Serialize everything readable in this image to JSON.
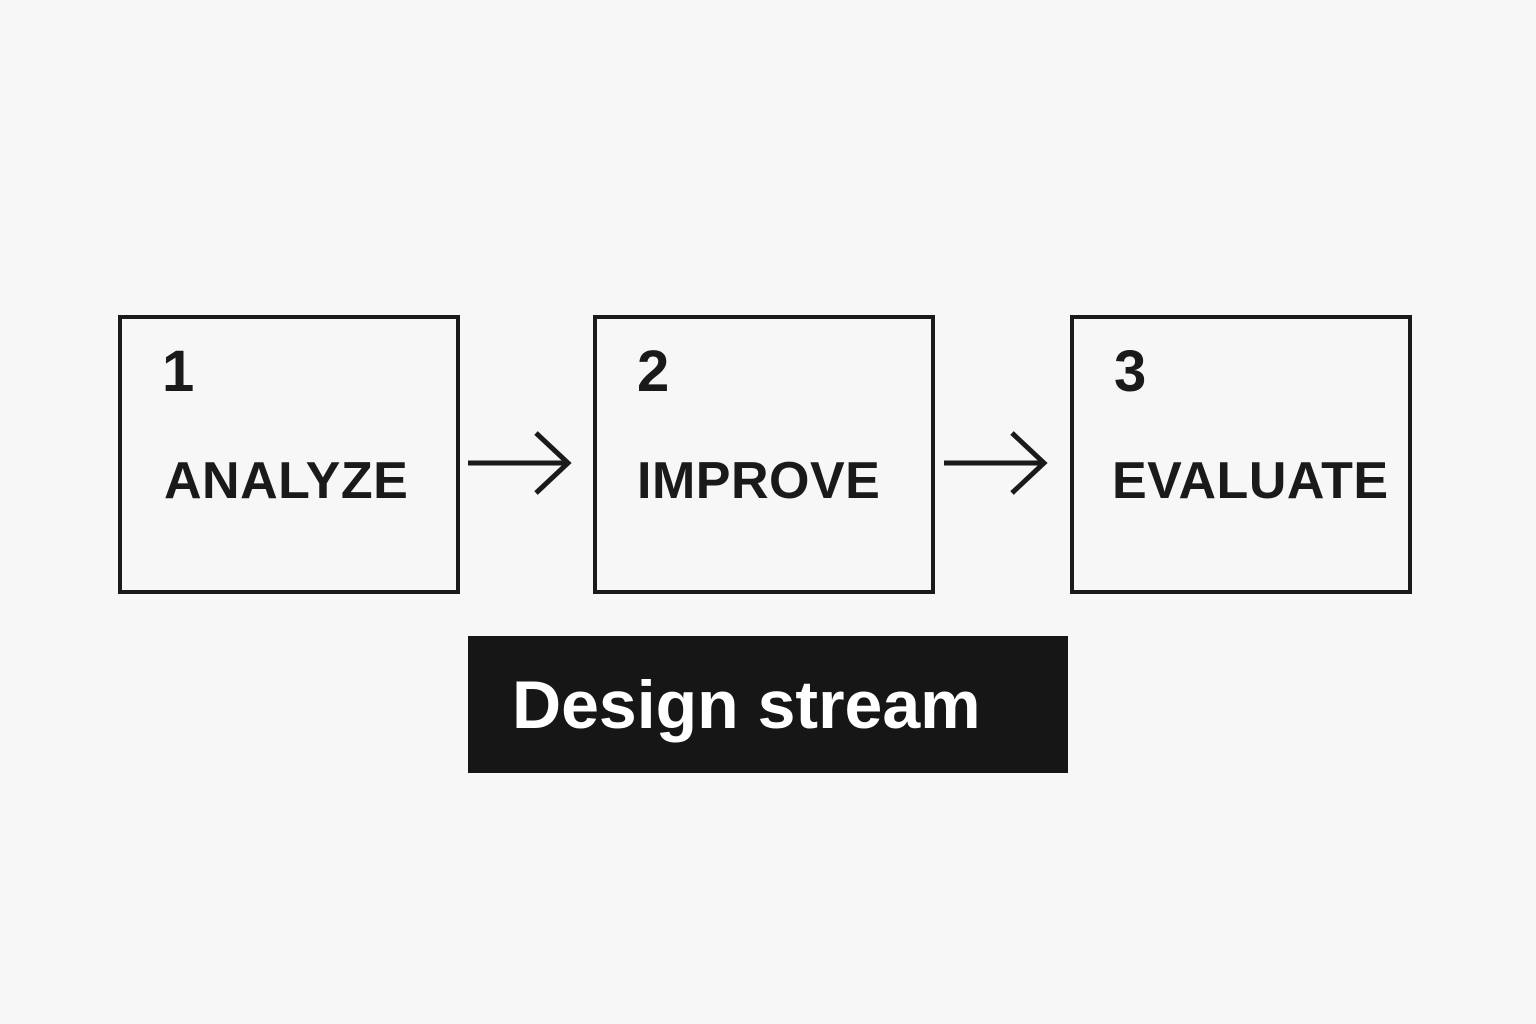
{
  "steps": [
    {
      "number": "1",
      "label": "ANALYZE"
    },
    {
      "number": "2",
      "label": "IMPROVE"
    },
    {
      "number": "3",
      "label": "EVALUATE"
    }
  ],
  "banner": {
    "text": "Design stream"
  },
  "icons": {
    "connector": "arrow-right-icon"
  },
  "colors": {
    "background": "#f7f7f7",
    "ink": "#1a1a1a",
    "banner_background": "#161616",
    "banner_text": "#ffffff"
  }
}
